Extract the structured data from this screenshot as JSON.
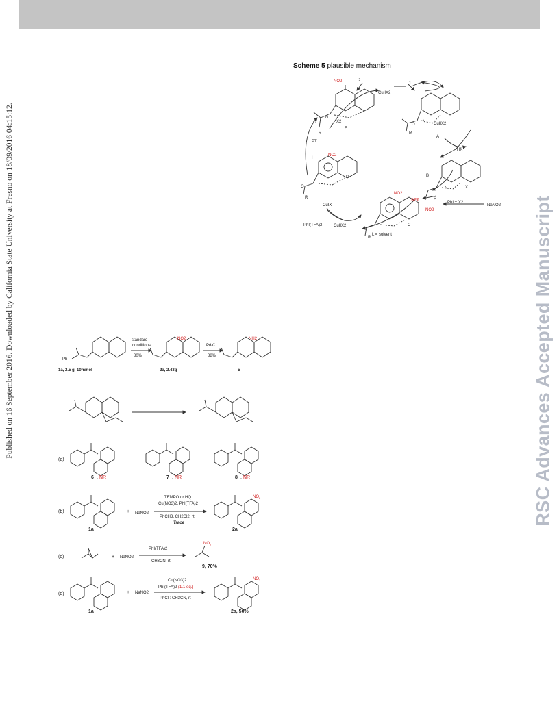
{
  "header": {
    "left_margin": "Published on 16 September 2016. Downloaded by California State University at Fresno on 18/09/2016 04:15:12.",
    "right_margin": "RSC Advances Accepted Manuscript"
  },
  "scheme5": {
    "title_bold": "Scheme 5",
    "title_rest": " plausible mechanism",
    "labels": {
      "E_no2": "NO2",
      "step2": "2",
      "cu_top": "CuIIX2",
      "step1": "1",
      "E_label": "E",
      "E_x2": "X2",
      "A_label": "A",
      "A_cu": "CuIIX2",
      "hx": "HX",
      "pt": "PT",
      "D_no2": "NO2",
      "D_label": "D",
      "D_h": "H",
      "B_label": "B",
      "B_x": "X",
      "C_no2": "NO2",
      "set": "SET",
      "no2_radical": "NO2",
      "pht": "PhI + X2",
      "nano2": "NaNO2",
      "cu_x": "CuIX",
      "phi_tfa": "PhI(TFA)2",
      "cu_ii_x": "CuIIX2",
      "C_label": "C",
      "L_solvent": "L = solvent",
      "R": "R",
      "O": "O",
      "N": "N"
    }
  },
  "scheme6": {
    "gram": {
      "sm_label": "1a, 2.5 g, 10mmol",
      "ph": "Ph",
      "conditions_top": "standard",
      "conditions_mid": "conditions",
      "yield1": "80%",
      "p_label": "2a, 2.43g",
      "reagent2": "Pd/C",
      "yield2": "88%",
      "no2": "NO2",
      "nh2": "NH2",
      "product_label": "5"
    },
    "controls": {
      "a_tag": "(a)",
      "c6": "6, NR",
      "c7": "7, NR",
      "c8": "8, NR",
      "c6_num": "6",
      "c7_num": "7",
      "c8_num": "8",
      "nr": "NR",
      "b_tag": "(b)",
      "b_sm": "1a",
      "b_reagent": "NaNO2",
      "b_top": "TEMPO or HQ",
      "b_cond1": "Cu(NO3)2, PhI(TFA)2",
      "b_cond2": "PhCH3, CH2Cl2, rt",
      "b_result": "Trace",
      "b_prod": "2a",
      "c_tag": "(c)",
      "c_reagent": "NaNO2",
      "c_top": "PhI(TFA)2",
      "c_cond": "CH3CN, rt",
      "c_prod": "9, 70%",
      "d_tag": "(d)",
      "d_sm": "1a",
      "d_reagent": "NaNO2",
      "d_cond1": "Cu(NO3)2",
      "d_cond2_pre": "PhI(TFA)2 ",
      "d_cond2_red": "(1.1 eq.)",
      "d_cond3": "PhCl : CH3CN, rt",
      "d_prod": "2a, 50%"
    }
  }
}
